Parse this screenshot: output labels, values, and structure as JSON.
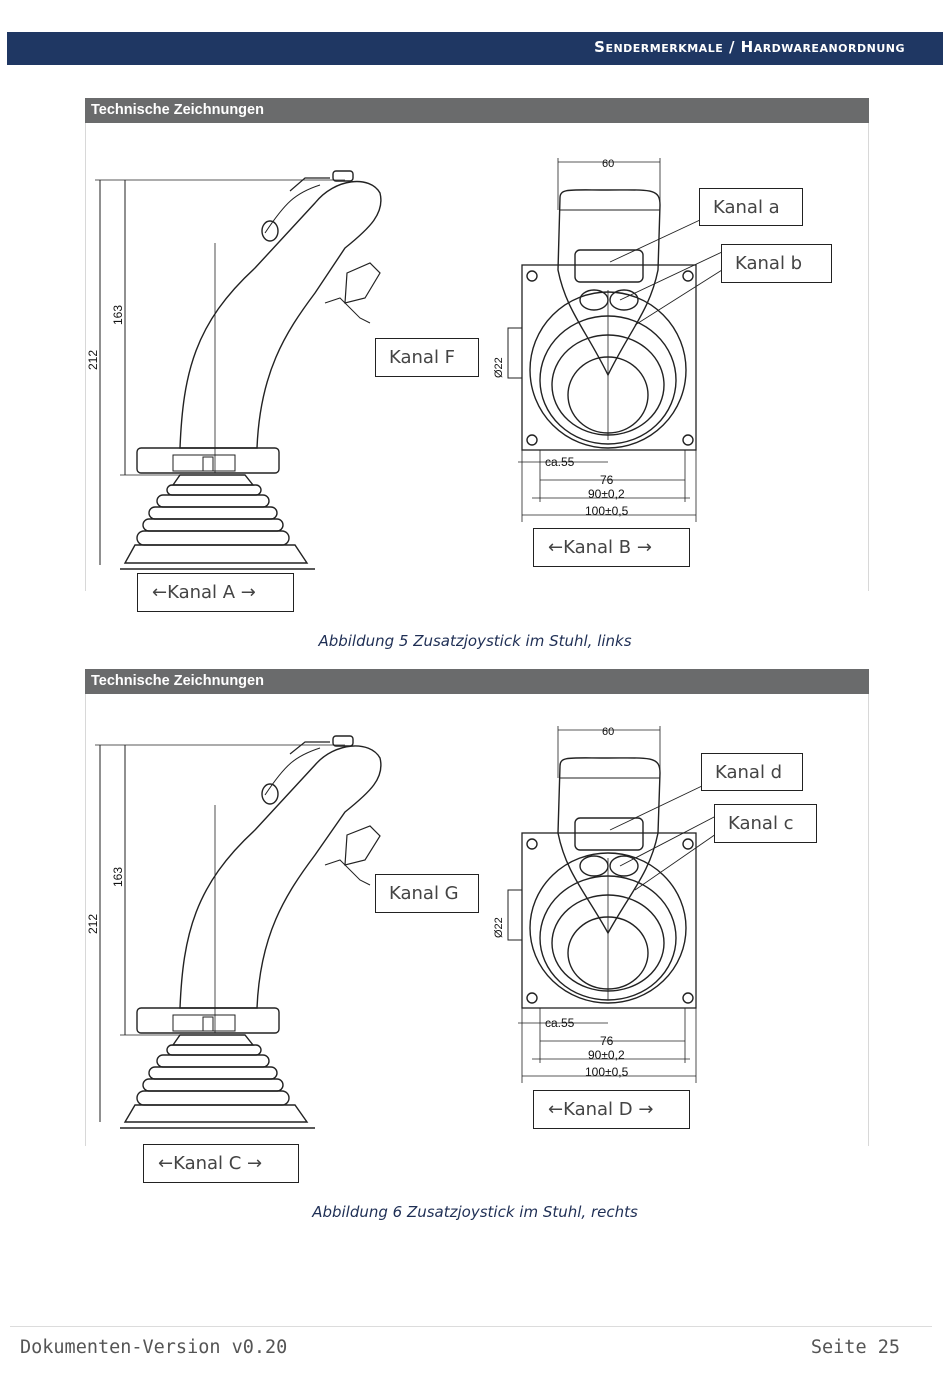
{
  "header": {
    "title": "Sendermerkmale / Hardwareanordnung"
  },
  "figures": [
    {
      "panel_title": "Technische Zeichnungen",
      "dims": {
        "width_top": "60",
        "height_total": "212",
        "height_stick": "163",
        "diameter": "Ø22",
        "ca": "ca.55",
        "d76": "76",
        "d90": "90±0,2",
        "d100": "100±0,5"
      },
      "labels": {
        "top": "Kanal a",
        "second": "Kanal b",
        "side": "Kanal F",
        "front": "←Kanal B →",
        "bottom": "←Kanal A →"
      },
      "caption": "Abbildung 5 Zusatzjoystick im Stuhl, links"
    },
    {
      "panel_title": "Technische Zeichnungen",
      "dims": {
        "width_top": "60",
        "height_total": "212",
        "height_stick": "163",
        "diameter": "Ø22",
        "ca": "ca.55",
        "d76": "76",
        "d90": "90±0,2",
        "d100": "100±0,5"
      },
      "labels": {
        "top": "Kanal d",
        "second": "Kanal c",
        "side": "Kanal G",
        "front": "←Kanal D →",
        "bottom": "←Kanal C →"
      },
      "caption": "Abbildung 6 Zusatzjoystick im Stuhl, rechts"
    }
  ],
  "footer": {
    "version": "Dokumenten-Version v0.20",
    "page": "Seite 25"
  }
}
